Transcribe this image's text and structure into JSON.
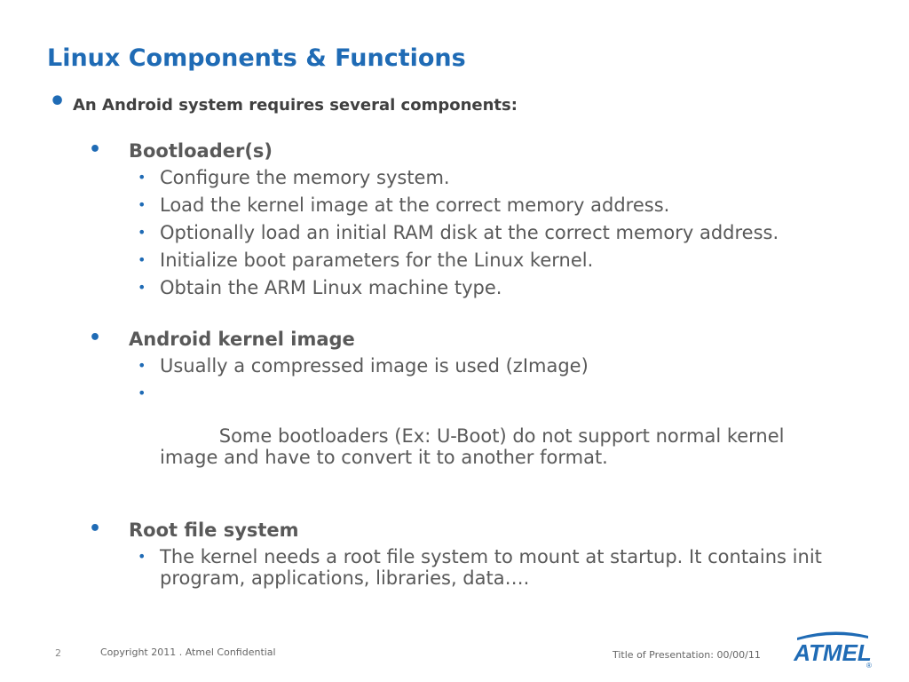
{
  "slide": {
    "title": "Linux Components & Functions",
    "intro": "An Android system requires several components:"
  },
  "sections": [
    {
      "heading": "Bootloader(s)",
      "items": [
        "Configure the memory system.",
        "Load the kernel image at the correct memory address.",
        "Optionally load an initial RAM disk at the correct memory address.",
        "Initialize boot parameters for the Linux kernel.",
        "Obtain the ARM Linux machine type."
      ]
    },
    {
      "heading": "Android kernel image",
      "items": [
        "Usually a compressed image is used (zImage)",
        "  Some bootloaders (Ex: U-Boot) do not support normal kernel image and have to convert it to another format."
      ]
    },
    {
      "heading": "Root file system",
      "items": [
        "The kernel needs a root file system to mount at startup. It contains init program, applications, libraries, data…."
      ]
    }
  ],
  "footer": {
    "page_number": "2",
    "copyright": "Copyright 2011 . Atmel Confidential",
    "presentation_title": "Title of Presentation: 00/00/11"
  },
  "logo": {
    "text": "ATMEL",
    "registered": "®",
    "color": "#1f6bb5"
  },
  "colors": {
    "title": "#1f6bb5",
    "bullet": "#1f6bb5",
    "body_text": "#595959"
  }
}
